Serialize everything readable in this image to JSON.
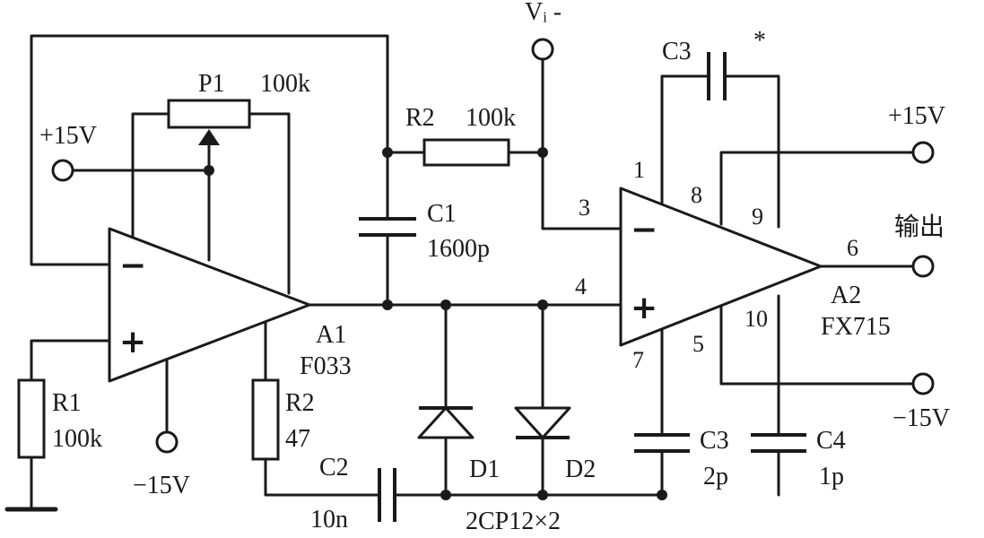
{
  "labels": {
    "vi": "Vᵢ -",
    "c3_top": "C3",
    "c3_top_mark": "*",
    "plus15_left": "+15V",
    "p1": "P1",
    "p1_value": "100k",
    "r2_top": "R2",
    "r2_top_value": "100k",
    "c1": "C1",
    "c1_value": "1600p",
    "plus15_right": "+15V",
    "output": "输出",
    "a2": "A2",
    "a2_model": "FX715",
    "a1": "A1",
    "a1_model": "F033",
    "r1": "R1",
    "r1_value": "100k",
    "minus15_left": "−15V",
    "r2_low": "R2",
    "r2_low_value": "47",
    "c2": "C2",
    "c2_value": "10n",
    "d1": "D1",
    "d2": "D2",
    "diode_type": "2CP12×2",
    "c3_low": "C3",
    "c3_low_value": "2p",
    "c4": "C4",
    "c4_value": "1p",
    "minus15_right": "−15V"
  },
  "pins": {
    "p1": "1",
    "p3": "3",
    "p4": "4",
    "p5": "5",
    "p6": "6",
    "p7": "7",
    "p8": "8",
    "p9": "9",
    "p10": "10"
  },
  "signs": {
    "minus": "−",
    "plus": "+"
  }
}
